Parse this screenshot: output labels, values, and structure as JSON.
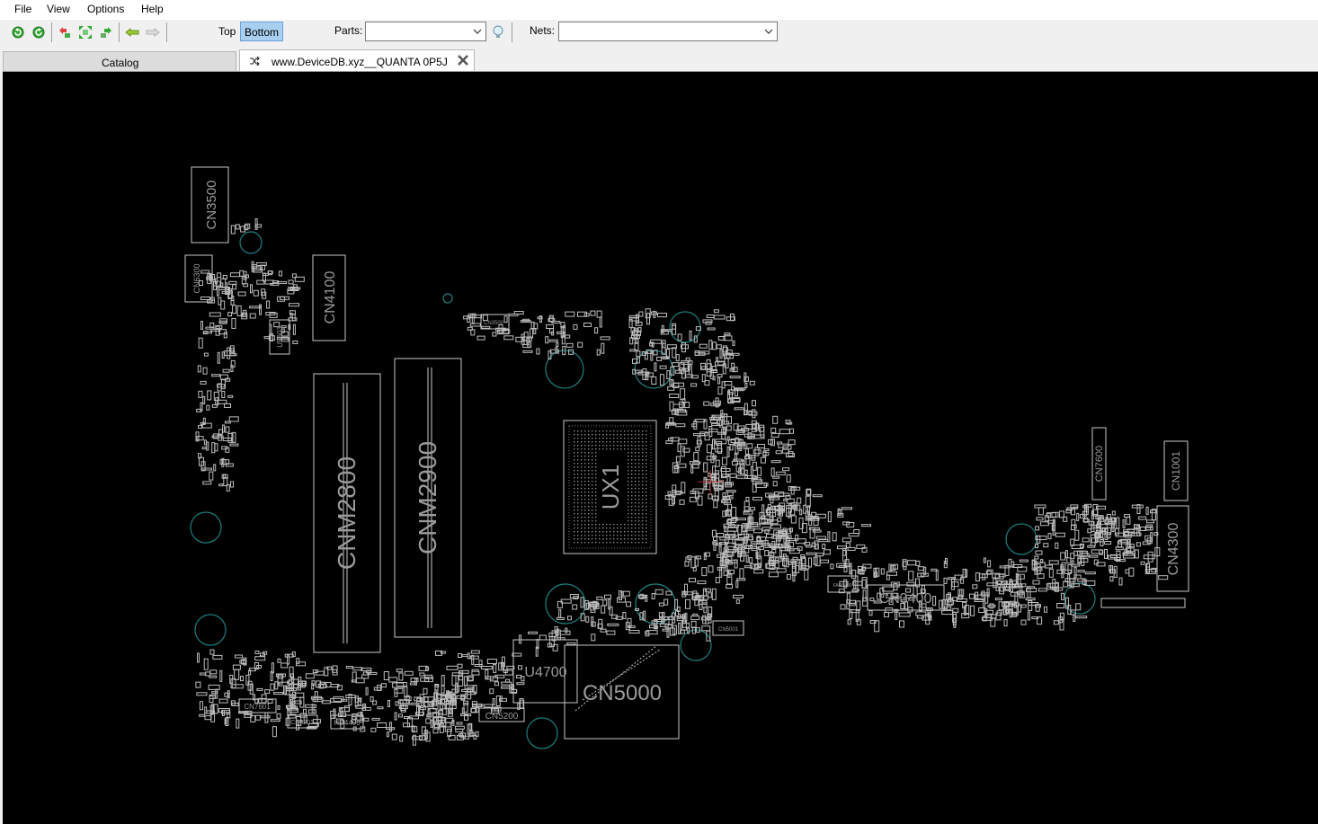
{
  "menu": {
    "file": "File",
    "view": "View",
    "options": "Options",
    "help": "Help"
  },
  "toolbar": {
    "layer_top": "Top",
    "layer_bottom": "Bottom",
    "active_layer": "Bottom",
    "parts_label": "Parts:",
    "parts_value": "",
    "nets_label": "Nets:",
    "nets_value": "",
    "icons": [
      "rotate-ccw-icon",
      "rotate-cw-icon",
      "zoom-out-icon",
      "zoom-fit-icon",
      "zoom-in-icon",
      "back-arrow-icon",
      "forward-arrow-icon",
      "lightbulb-icon"
    ]
  },
  "tabs": {
    "catalog": "Catalog",
    "board": "www.DeviceDB.xyz__QUANTA 0P5J"
  },
  "board": {
    "background": "#000000",
    "outline_color": "#c8c8c8",
    "via_color": "#2a8a8a",
    "components": {
      "cn3500": "CN3500",
      "cn6300": "CN6300",
      "cn4100": "CN4100",
      "u5603": "U5603",
      "cnm2800": "CNM2800",
      "cnm2900": "CNM2900",
      "cn3500b": "CN3500",
      "ux1": "UX1",
      "u4700": "U4700",
      "cn5000": "CN5000",
      "cn5200": "CN5200",
      "cn3400": "CN3400",
      "cn7600": "CN7600",
      "cn1001": "CN1001",
      "cn4300": "CN4300",
      "cn7601": "CN7601",
      "cn5201": "CN5201",
      "hd4400": "HD4400",
      "cn5001": "CN5001",
      "fan5400": "FAN5400"
    }
  }
}
